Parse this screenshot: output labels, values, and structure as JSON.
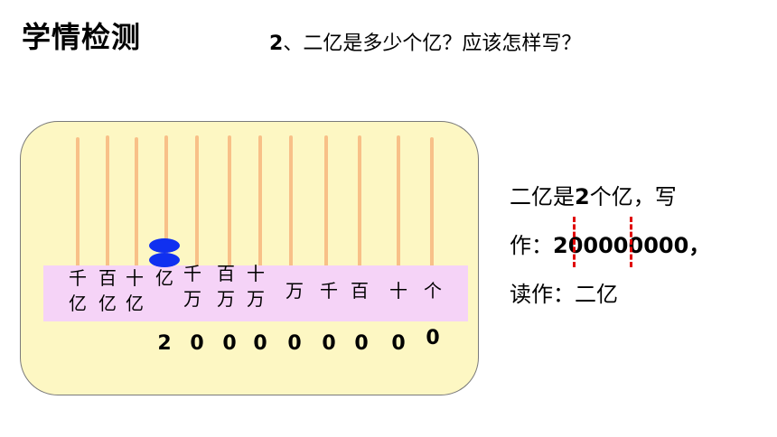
{
  "slide": {
    "title": "学情检测",
    "question_number": "2",
    "question_text": "、二亿是多少个亿？应该怎样写？"
  },
  "abacus": {
    "place_values": [
      {
        "top": "千",
        "bottom": "亿"
      },
      {
        "top": "百",
        "bottom": "亿"
      },
      {
        "top": "十",
        "bottom": "亿"
      },
      {
        "top": "亿",
        "bottom": ""
      },
      {
        "top": "千",
        "bottom": "万"
      },
      {
        "top": "百",
        "bottom": "万"
      },
      {
        "top": "十",
        "bottom": "万"
      },
      {
        "top": "万",
        "bottom": ""
      },
      {
        "top": "千",
        "bottom": ""
      },
      {
        "top": "百",
        "bottom": ""
      },
      {
        "top": "十",
        "bottom": ""
      },
      {
        "top": "个",
        "bottom": ""
      }
    ],
    "bead_count_on_yi": 2,
    "digits": [
      "2",
      "0",
      "0",
      "0",
      "0",
      "0",
      "0",
      "0",
      "0"
    ],
    "colors": {
      "bead": "#1030f0",
      "rod": "#f8c088",
      "band": "#f5d3f7",
      "board": "#fdf7c3"
    }
  },
  "answer": {
    "line1_a": "二亿是",
    "line1_num": "2",
    "line1_b": "个亿，写",
    "line2_prefix": "作：",
    "line2_number_head": "2",
    "line2_number_mid": "0000",
    "line2_number_tail": "0000",
    "line2_comma": "，",
    "line3": "读作：二亿",
    "separator_color": "#e00000"
  }
}
